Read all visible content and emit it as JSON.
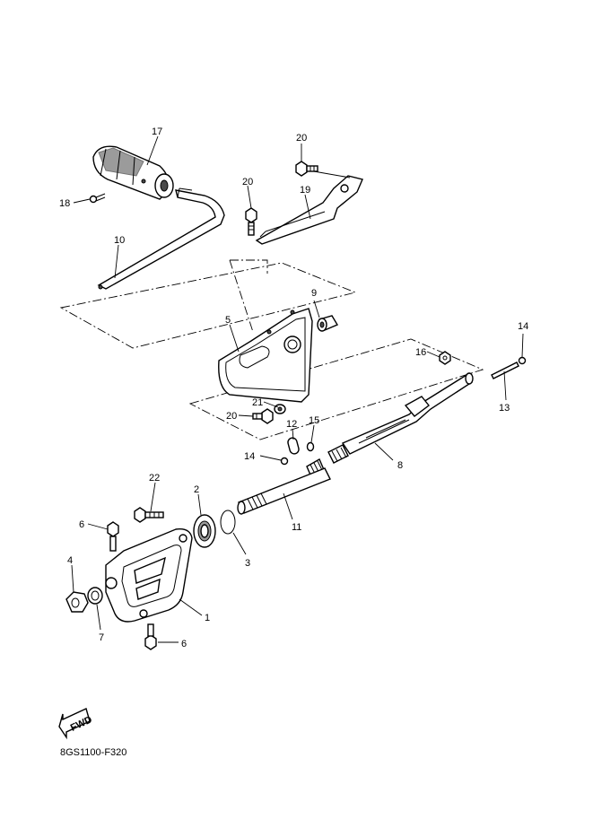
{
  "diagram_code": "8GS1100-F320",
  "fwd_label": "FWD",
  "callouts": {
    "c1": "1",
    "c2": "2",
    "c3": "3",
    "c4": "4",
    "c5": "5",
    "c6a": "6",
    "c6b": "6",
    "c7": "7",
    "c8": "8",
    "c9": "9",
    "c10": "10",
    "c11": "11",
    "c12": "12",
    "c13": "13",
    "c14a": "14",
    "c14b": "14",
    "c15": "15",
    "c16": "16",
    "c17": "17",
    "c18": "18",
    "c19": "19",
    "c20a": "20",
    "c20b": "20",
    "c20c": "20",
    "c21": "21",
    "c22": "22"
  }
}
